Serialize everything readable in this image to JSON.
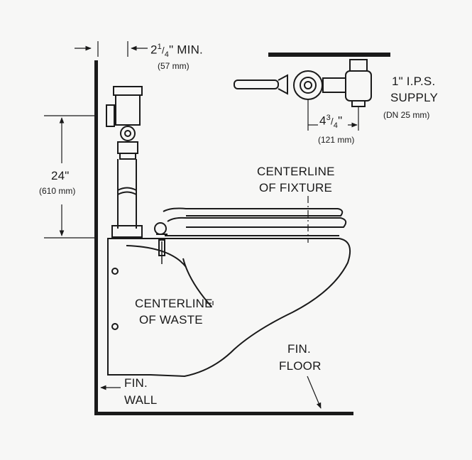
{
  "labels": {
    "min_clearance": {
      "whole": "2",
      "num": "1",
      "den": "4",
      "suffix": "\" MIN."
    },
    "min_clearance_metric": "(57 mm)",
    "supply_line1": "1\" I.P.S.",
    "supply_line2": "SUPPLY",
    "supply_metric": "(DN 25 mm)",
    "offset": {
      "whole": "4",
      "num": "3",
      "den": "4",
      "suffix": "\""
    },
    "offset_metric": "(121 mm)",
    "height": "24\"",
    "height_metric": "(610 mm)",
    "centerline_fixture_1": "CENTERLINE",
    "centerline_fixture_2": "OF FIXTURE",
    "centerline_waste_1": "CENTERLINE",
    "centerline_waste_2": "OF WASTE",
    "floor_1": "FIN.",
    "floor_2": "FLOOR",
    "wall_1": "FIN.",
    "wall_2": "WALL"
  },
  "colors": {
    "ink": "#1a1a1a",
    "paper": "#f7f7f6"
  }
}
